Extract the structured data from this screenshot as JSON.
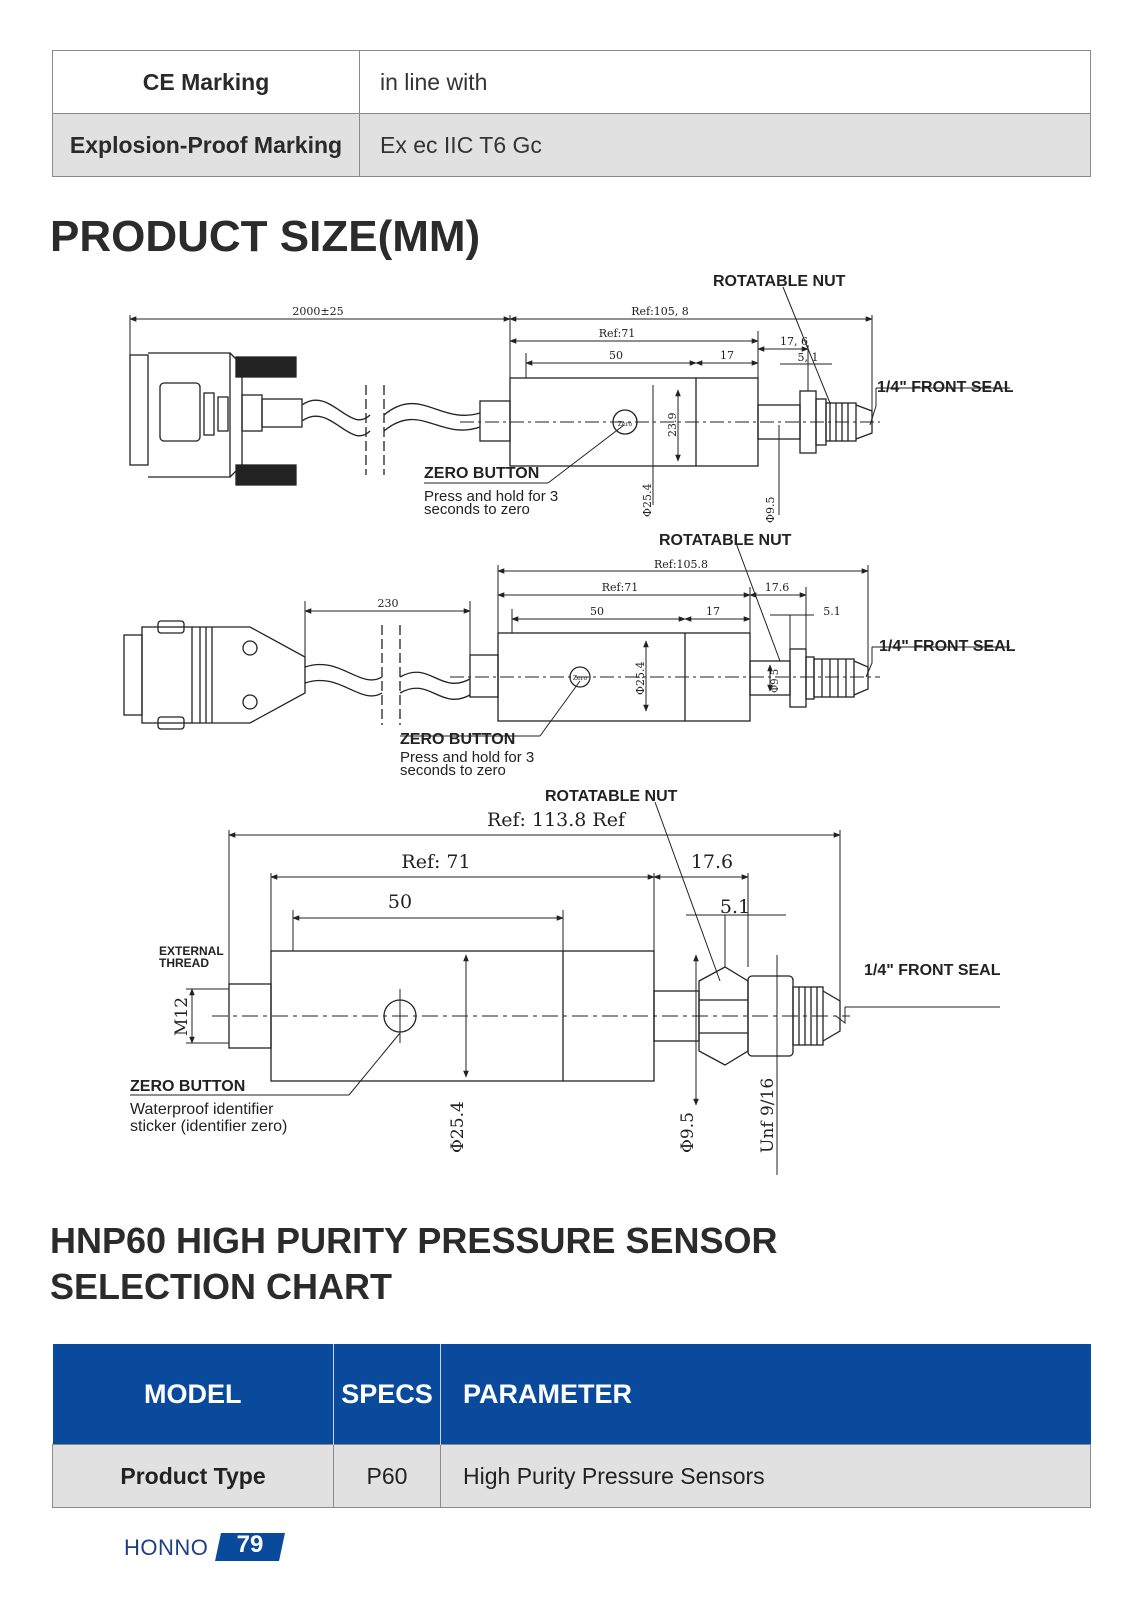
{
  "spec_rows": [
    {
      "label": "CE Marking",
      "value": "in line with"
    },
    {
      "label": "Explosion-Proof Marking",
      "value": "Ex ec IIC T6 Gc"
    }
  ],
  "product_size_title": "PRODUCT SIZE(MM)",
  "drawings": {
    "d1": {
      "cable_length": "2000±25",
      "ref_total": "Ref:105, 8",
      "ref_body": "Ref:71",
      "body_50": "50",
      "body_17": "17",
      "fit_176": "17, 6",
      "fit_51": "5, 1",
      "dia_239": "23.9",
      "dia_254": "Φ25.4",
      "dia_95": "Φ9.5",
      "rotatable_nut": "ROTATABLE NUT",
      "front_seal": "1/4\" FRONT SEAL",
      "zero_button": "ZERO BUTTON",
      "zero_note_1": "Press and hold for 3",
      "zero_note_2": "seconds to zero",
      "button_text": "Zero"
    },
    "d2": {
      "cable_length": "230",
      "ref_total": "Ref:105.8",
      "ref_body": "Ref:71",
      "body_50": "50",
      "body_17": "17",
      "fit_176": "17.6",
      "fit_51": "5.1",
      "dia_254": "Φ25.4",
      "dia_95": "Φ9.5",
      "rotatable_nut": "ROTATABLE NUT",
      "front_seal": "1/4\" FRONT SEAL",
      "zero_button": "ZERO BUTTON",
      "zero_note_1": "Press and hold for 3",
      "zero_note_2": "seconds to zero",
      "button_text": "Zero"
    },
    "d3": {
      "ref_total": "Ref: 113.8 Ref",
      "ref_body": "Ref: 71",
      "body_50": "50",
      "fit_176": "17.6",
      "fit_51": "5.1",
      "external_thread_1": "EXTERNAL",
      "external_thread_2": "THREAD",
      "m12": "M12",
      "dia_254": "Φ25.4",
      "dia_95": "Φ9.5",
      "unf": "Unf 9/16",
      "rotatable_nut": "ROTATABLE NUT",
      "front_seal": "1/4\" FRONT SEAL",
      "zero_button": "ZERO BUTTON",
      "zero_note_1": "Waterproof identifier",
      "zero_note_2": "sticker (identifier zero)"
    }
  },
  "chart_title_line1": "HNP60 HIGH PURITY PRESSURE SENSOR",
  "chart_title_line2": "SELECTION CHART",
  "selection_table": {
    "headers": [
      "MODEL",
      "SPECS",
      "PARAMETER"
    ],
    "rows": [
      {
        "model": "Product Type",
        "spec": "P60",
        "parameter": "High Purity Pressure Sensors"
      }
    ]
  },
  "footer": {
    "brand": "HONNO",
    "page": "79"
  },
  "colors": {
    "header_blue": "#0a4a9c",
    "row_gray": "#e1e1e1"
  }
}
